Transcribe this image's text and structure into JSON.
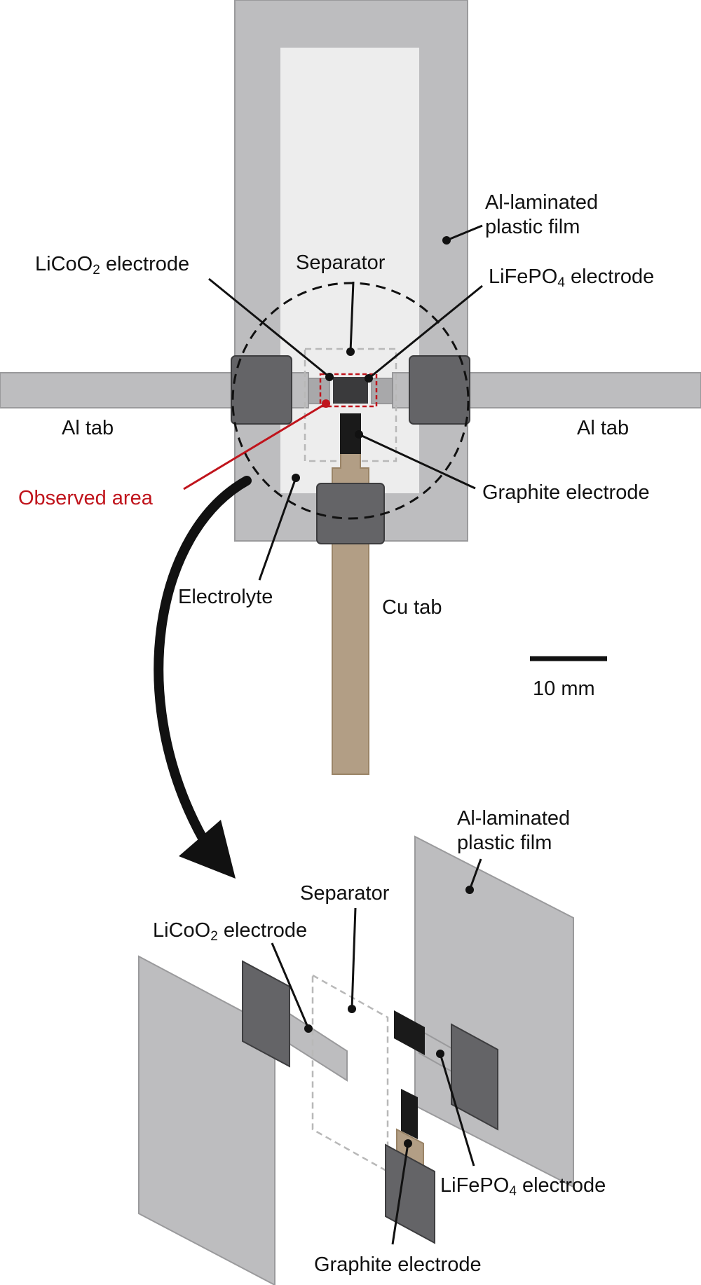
{
  "top_view": {
    "film_label_line1": "Al-laminated",
    "film_label_line2": "plastic film",
    "licoo2_label_main": "LiCoO",
    "licoo2_label_sub": "2",
    "licoo2_label_rest": " electrode",
    "separator_label": "Separator",
    "lifepo4_label_main": "LiFePO",
    "lifepo4_label_sub": "4",
    "lifepo4_label_rest": " electrode",
    "al_tab_left_label": "Al tab",
    "al_tab_right_label": "Al tab",
    "observed_area_label": "Observed area",
    "graphite_label": "Graphite electrode",
    "electrolyte_label": "Electrolyte",
    "cu_tab_label": "Cu tab",
    "scale_bar_label": "10 mm"
  },
  "exploded_view": {
    "film_label_line1": "Al-laminated",
    "film_label_line2": "plastic film",
    "separator_label": "Separator",
    "licoo2_label_main": "LiCoO",
    "licoo2_label_sub": "2",
    "licoo2_label_rest": " electrode",
    "lifepo4_label_main": "LiFePO",
    "lifepo4_label_sub": "4",
    "lifepo4_label_rest": " electrode",
    "graphite_label": "Graphite electrode"
  },
  "colors": {
    "film": "#bdbdbf",
    "electrolyte": "#ededed",
    "tab_holder": "#646467",
    "electrode_black": "#1a1a1a",
    "cu_tab": "#b29e85",
    "observed_area": "#c0141c"
  }
}
